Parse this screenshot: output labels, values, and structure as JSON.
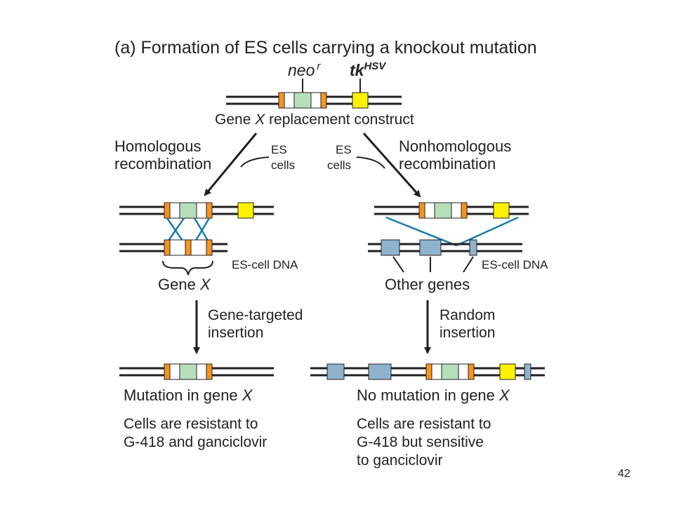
{
  "title": "(a)  Formation of ES cells carrying a knockout mutation",
  "construct": {
    "neo_label": "neo",
    "neo_sup": "r",
    "tk_label": "tk",
    "tk_sup": "HSV",
    "caption_prefix": "Gene ",
    "caption_x": "X",
    "caption_suffix": " replacement construct"
  },
  "left_branch": {
    "process_line1": "Homologous",
    "process_line2": "recombination",
    "es_line1": "ES",
    "es_line2": "cells",
    "dna_label": "ES-cell DNA",
    "gene_label_prefix": "Gene ",
    "gene_label_x": "X",
    "step_line1": "Gene-targeted",
    "step_line2": "insertion",
    "result_prefix": "Mutation in gene ",
    "result_x": "X",
    "note_line1": "Cells are resistant to",
    "note_line2": "G-418 and ganciclovir"
  },
  "right_branch": {
    "process_line1": "Nonhomologous",
    "process_line2": "recombination",
    "es_line1": "ES",
    "es_line2": "cells",
    "dna_label": "ES-cell DNA",
    "other_genes_label": "Other genes",
    "step_line1": "Random",
    "step_line2": "insertion",
    "result_prefix": "No mutation in gene ",
    "result_x": "X",
    "note_line1": "Cells are resistant to",
    "note_line2": "G-418 but sensitive",
    "note_line3": "to ganciclovir"
  },
  "page_number": "42",
  "colors": {
    "orange": "#f7941d",
    "green": "#b5dfb9",
    "yellow": "#fff200",
    "blue": "#8fb3cf",
    "crossover": "#1a7ab0",
    "dna": "#231f20"
  }
}
